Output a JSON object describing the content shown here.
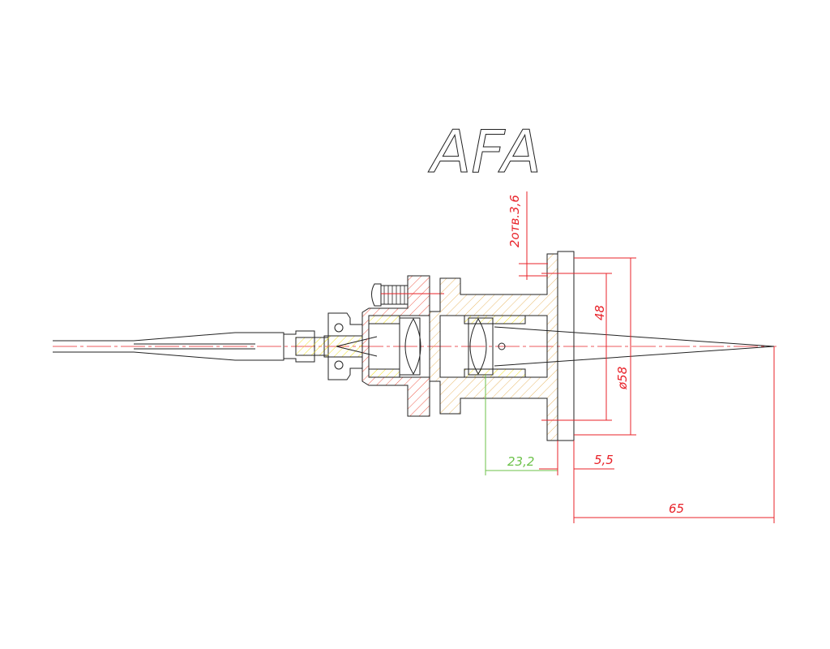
{
  "title": "AFA",
  "dimensions": {
    "holes": "2отв.3,6",
    "inner_diameter": "48",
    "outer_diameter": "ø58",
    "lens_to_flange": "23,2",
    "flange_thickness": "5,5",
    "focal_distance": "65"
  },
  "colors": {
    "outline": "#222222",
    "dimension": "#e8232a",
    "green_dimension": "#6cc24a",
    "hatch_orange": "#e8b96a",
    "hatch_red": "#e8232a",
    "hatch_yellow": "#f0e020"
  }
}
